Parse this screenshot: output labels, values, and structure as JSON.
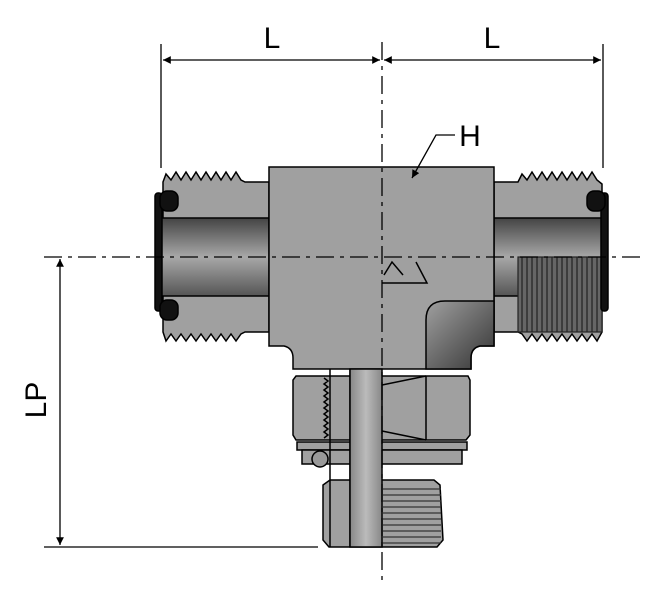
{
  "dimensions": {
    "left_length": "L",
    "right_length": "L",
    "height_label": "H",
    "lp_label": "LP"
  },
  "colors": {
    "body": "#a0a0a0",
    "outline": "#000000",
    "seal": "#111111",
    "shade": "#555555"
  }
}
